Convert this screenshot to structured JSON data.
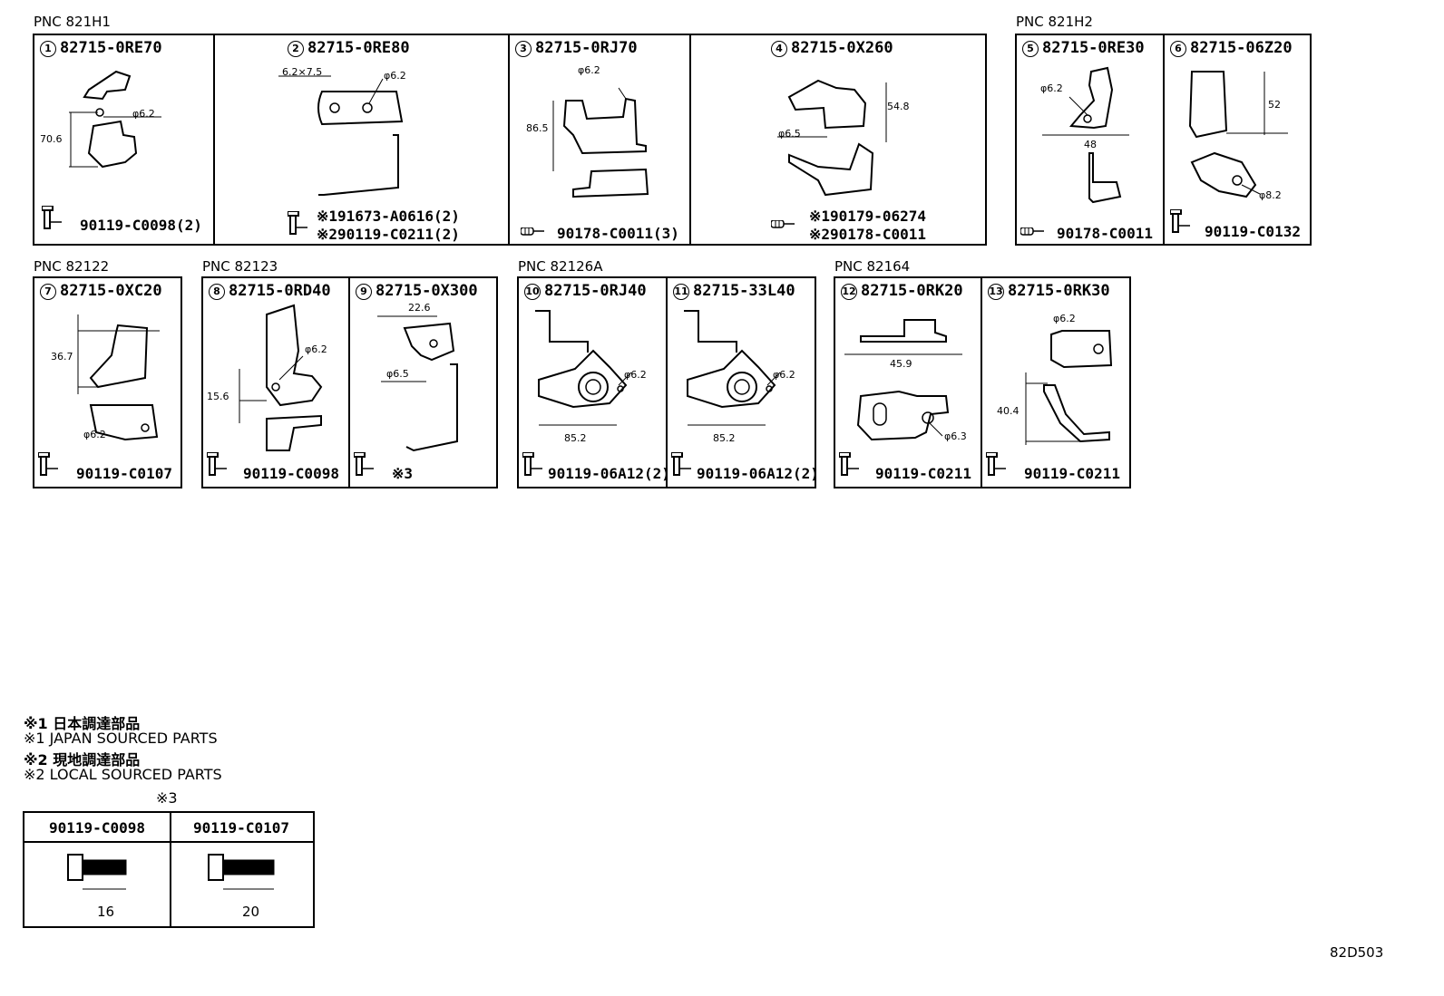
{
  "groups": [
    {
      "pnc": "PNC 821H1"
    },
    {
      "pnc": "PNC 821H2"
    },
    {
      "pnc": "PNC 82122"
    },
    {
      "pnc": "PNC 82123"
    },
    {
      "pnc": "PNC 82126A"
    },
    {
      "pnc": "PNC 82164"
    }
  ],
  "panels": [
    {
      "num": "1",
      "part": "82715-0RE70",
      "fasteners": [
        "90119-C0098(2)"
      ],
      "dims": [
        "70.6",
        "φ6.2"
      ]
    },
    {
      "num": "2",
      "part": "82715-0RE80",
      "fasteners": [
        "※191673-A0616(2)",
        "※290119-C0211(2)"
      ],
      "dims": [
        "6.2×7.5",
        "φ6.2"
      ]
    },
    {
      "num": "3",
      "part": "82715-0RJ70",
      "fasteners": [
        "90178-C0011(3)"
      ],
      "dims": [
        "86.5",
        "φ6.2"
      ]
    },
    {
      "num": "4",
      "part": "82715-0X260",
      "fasteners": [
        "※190179-06274",
        "※290178-C0011"
      ],
      "dims": [
        "54.8",
        "φ6.5"
      ]
    },
    {
      "num": "5",
      "part": "82715-0RE30",
      "fasteners": [
        "90178-C0011"
      ],
      "dims": [
        "φ6.2",
        "48"
      ]
    },
    {
      "num": "6",
      "part": "82715-06Z20",
      "fasteners": [
        "90119-C0132"
      ],
      "dims": [
        "52",
        "φ8.2"
      ]
    },
    {
      "num": "7",
      "part": "82715-0XC20",
      "fasteners": [
        "90119-C0107"
      ],
      "dims": [
        "36.7",
        "φ6.2"
      ]
    },
    {
      "num": "8",
      "part": "82715-0RD40",
      "fasteners": [
        "90119-C0098"
      ],
      "dims": [
        "φ6.2",
        "15.6"
      ]
    },
    {
      "num": "9",
      "part": "82715-0X300",
      "fasteners": [
        "※3"
      ],
      "dims": [
        "22.6",
        "φ6.5"
      ]
    },
    {
      "num": "10",
      "part": "82715-0RJ40",
      "fasteners": [
        "90119-06A12(2)"
      ],
      "dims": [
        "φ6.2",
        "85.2"
      ]
    },
    {
      "num": "11",
      "part": "82715-33L40",
      "fasteners": [
        "90119-06A12(2)"
      ],
      "dims": [
        "φ6.2",
        "85.2"
      ]
    },
    {
      "num": "12",
      "part": "82715-0RK20",
      "fasteners": [
        "90119-C0211"
      ],
      "dims": [
        "45.9",
        "φ6.3"
      ]
    },
    {
      "num": "13",
      "part": "82715-0RK30",
      "fasteners": [
        "90119-C0211"
      ],
      "dims": [
        "φ6.2",
        "40.4"
      ]
    }
  ],
  "notes": [
    "※1 日本調達部品",
    "※1 JAPAN SOURCED PARTS",
    "※2 現地調達部品",
    "※2 LOCAL SOURCED PARTS"
  ],
  "fastener_table": {
    "title": "※3",
    "items": [
      {
        "part": "90119-C0098",
        "length": "16"
      },
      {
        "part": "90119-C0107",
        "length": "20"
      }
    ]
  },
  "diagram_code": "82D503"
}
